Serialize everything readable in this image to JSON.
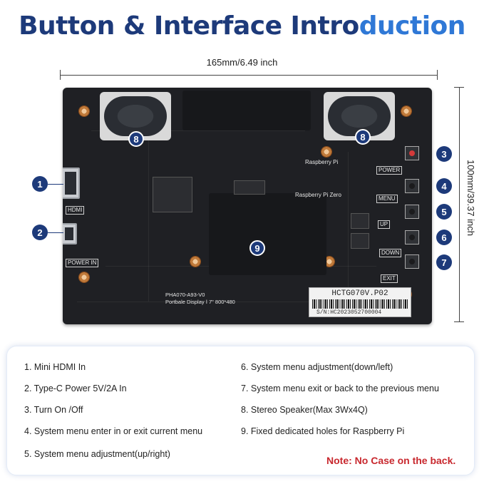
{
  "title": {
    "part1": "Button & Interface Intro",
    "part2": "duction"
  },
  "dimensions": {
    "width_label": "165mm/6.49 inch",
    "height_label": "100mm/39.37 inch"
  },
  "board": {
    "hdmi_label": "HDMI",
    "power_in_label": "POWER IN",
    "power_label": "POWER",
    "menu_label": "MENU",
    "up_label": "UP",
    "down_label": "DOWN",
    "exit_label": "EXIT",
    "raspberry_pi_label": "Raspberry Pi",
    "raspberry_pi_zero_label": "Raspberry Pi Zero",
    "model_text": "PHA070-A93-V0",
    "display_text": "Portbale Display Ⅰ 7\" 800*480",
    "serial_code": "HCTG070V.P02",
    "serial_number": "S/N:HC2023052700004"
  },
  "markers": [
    "1",
    "2",
    "3",
    "4",
    "5",
    "6",
    "7",
    "8",
    "8",
    "9"
  ],
  "legend": {
    "items": [
      "1. Mini HDMI In",
      "2. Type-C Power 5V/2A In",
      "3. Turn On /Off",
      "4. System menu enter in or exit current menu",
      "5. System menu adjustment(up/right)",
      "6. System menu adjustment(down/left)",
      "7. System menu exit or back to the previous menu",
      "8. Stereo Speaker(Max 3Wx4Q)",
      "9. Fixed dedicated holes for Raspberry Pi"
    ],
    "note": "Note: No Case on the back."
  },
  "colors": {
    "navy": "#1d3a7a",
    "blue": "#2f78d6",
    "note_red": "#c8282e",
    "board": "#1f2024"
  }
}
